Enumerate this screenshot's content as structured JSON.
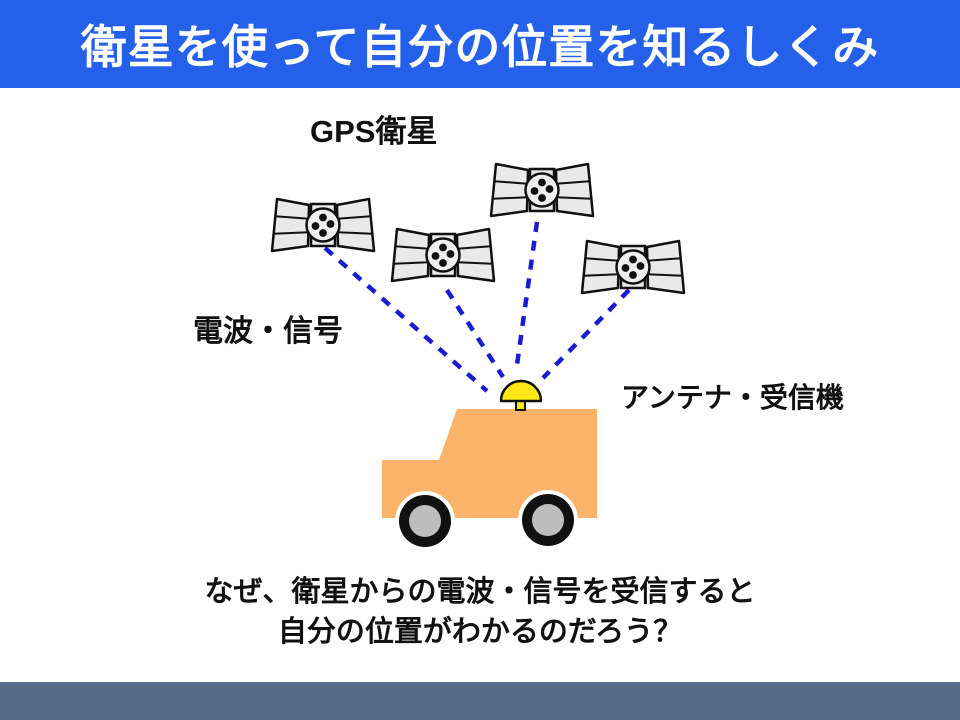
{
  "title": "衛星を使って自分の位置を知るしくみ",
  "labels": {
    "gps_satellite": "GPS衛星",
    "signal": "電波・信号",
    "antenna": "アンテナ・受信機"
  },
  "question": {
    "line1": "なぜ、衛星からの電波・信号を受信すると",
    "line2": "自分の位置がわかるのだろう？"
  },
  "icons": {
    "satellites": [
      "satellite-icon",
      "satellite-icon",
      "satellite-icon",
      "satellite-icon"
    ],
    "signal_lines": 4,
    "vehicle": "car-icon",
    "receiver": "antenna-dome-icon"
  },
  "colors": {
    "banner_blue": "#2460EA",
    "footer_slate": "#566B88",
    "car_orange": "#FBB36A",
    "antenna_yellow": "#FFE818",
    "signal_blue": "#1B1BD0",
    "satellite_gray": "#E9E9E9",
    "wheel_hub_gray": "#BDBDBD",
    "text_black": "#111111",
    "title_white": "#FFFFFF"
  }
}
